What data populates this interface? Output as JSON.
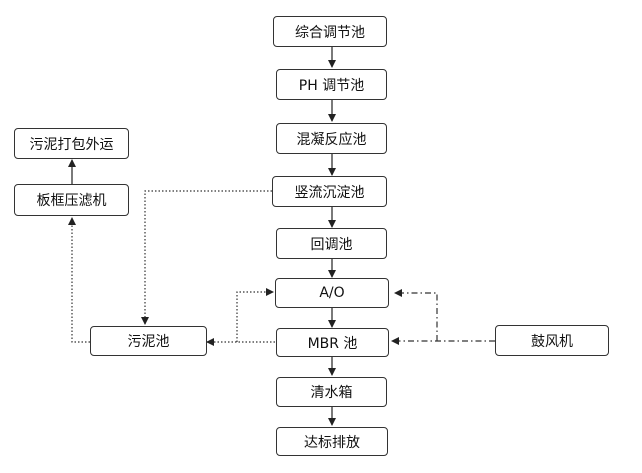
{
  "nodes": {
    "equalization": "综合调节池",
    "ph": "PH 调节池",
    "coagulation": "混凝反应池",
    "settling": "竖流沉淀池",
    "readjust": "回调池",
    "ao": "A/O",
    "mbr": "MBR 池",
    "clear_tank": "清水箱",
    "discharge": "达标排放",
    "sludge_tank": "污泥池",
    "filter_press": "板框压滤机",
    "sludge_out": "污泥打包外运",
    "blower": "鼓风机"
  }
}
